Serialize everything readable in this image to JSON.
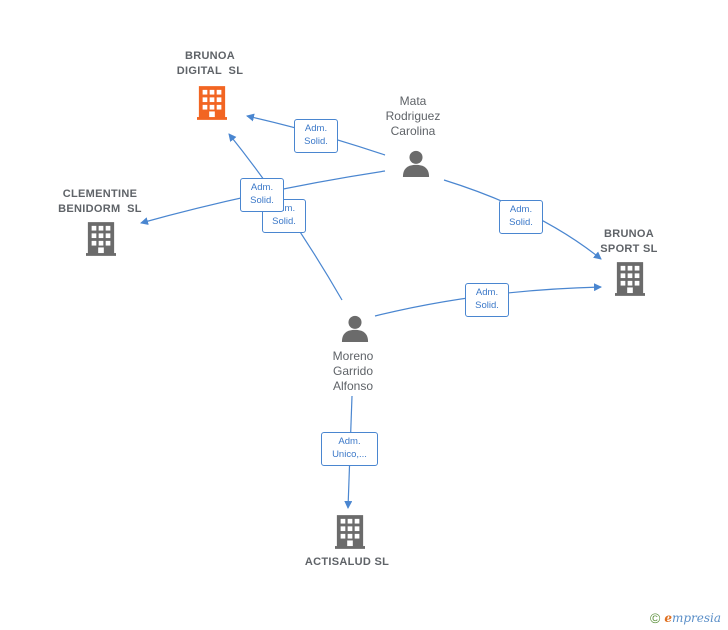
{
  "companies": {
    "brunoa_digital": {
      "label": "BRUNOA\nDIGITAL  SL",
      "color": "#f26522"
    },
    "clementine": {
      "label": "CLEMENTINE\nBENIDORM  SL",
      "color": "#6b6b6b"
    },
    "brunoa_sport": {
      "label": "BRUNOA\nSPORT SL",
      "color": "#6b6b6b"
    },
    "actisalud": {
      "label": "ACTISALUD SL",
      "color": "#6b6b6b"
    }
  },
  "persons": {
    "mata": {
      "label": "Mata\nRodriguez\nCarolina",
      "icon": "person-icon"
    },
    "moreno": {
      "label": "Moreno\nGarrido\nAlfonso",
      "icon": "person-icon"
    }
  },
  "roles": {
    "mata_digital": "Adm.\nSolid.",
    "moreno_digital": "Adm.\nSolid.",
    "mata_clementine": "Adm.\nSolid.",
    "mata_sport": "Adm.\nSolid.",
    "moreno_sport": "Adm.\nSolid.",
    "moreno_actisalud": "Adm.\nUnico,..."
  },
  "colors": {
    "edge": "#4a86d0",
    "building": "#6b6b6b",
    "main_building": "#f26522"
  },
  "watermark": {
    "symbol": "©",
    "brand_first": "e",
    "brand_rest": "mpresia"
  }
}
